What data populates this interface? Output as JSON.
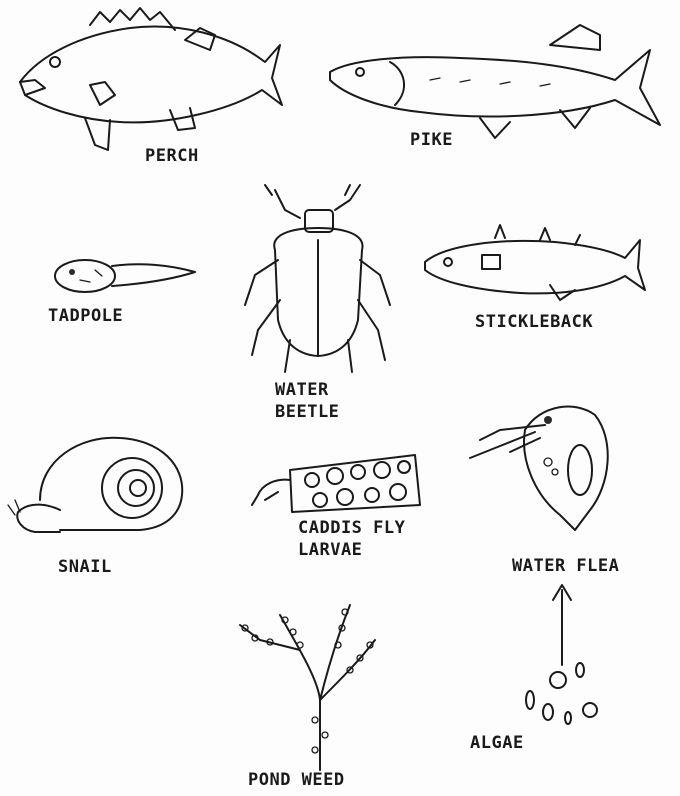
{
  "organisms": {
    "perch": "PERCH",
    "pike": "PIKE",
    "tadpole": "TADPOLE",
    "water_beetle_line1": "WATER",
    "water_beetle_line2": "BEETLE",
    "stickleback": "STICKLEBACK",
    "snail": "SNAIL",
    "caddis_line1": "CADDIS FLY",
    "caddis_line2": "LARVAE",
    "water_flea": "WATER FLEA",
    "pond_weed": "POND WEED",
    "algae": "ALGAE"
  },
  "arrows": [
    {
      "from": "algae",
      "to": "water_flea"
    }
  ]
}
